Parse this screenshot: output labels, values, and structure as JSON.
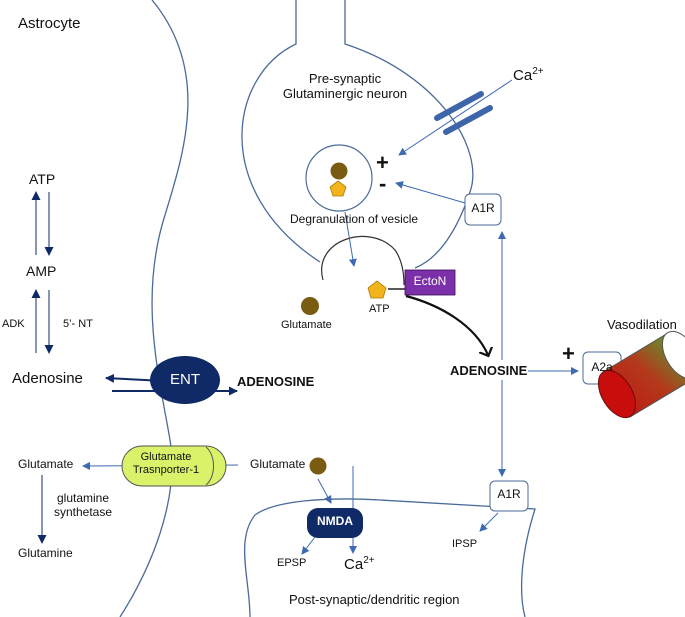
{
  "labels": {
    "astrocyte": "Astrocyte",
    "pre_synaptic_line1": "Pre-synaptic",
    "pre_synaptic_line2": "Glutaminergic neuron",
    "ca_top": "Ca",
    "ca_top_sup": "2+",
    "plus_top": "+",
    "minus_top": "-",
    "degranulation": "Degranulation of vesicle",
    "a1r_top": "A1R",
    "atp": "ATP",
    "amp": "AMP",
    "adk": "ADK",
    "five_nt": "5’- NT",
    "adenosine_astro": "Adenosine",
    "ent": "ENT",
    "adenosine_synapse": "ADENOSINE",
    "adenosine_right": "ADENOSINE",
    "glutamate_vesicle": "Glutamate",
    "atp_vesicle": "ATP",
    "ectonucleotidase": "EctoN",
    "vasodilation": "Vasodilation",
    "plus_a2a": "+",
    "a2a": "A2a",
    "glutamate_left": "Glutamate",
    "glutamate_transporter_line1": "Glutamate",
    "glutamate_transporter_line2": "Trasnporter-1",
    "glutamate_cleft": "Glutamate",
    "glutamine_synthetase_line1": "glutamine",
    "glutamine_synthetase_line2": "synthetase",
    "glutamine": "Glutamine",
    "a1r_bottom": "A1R",
    "nmda": "NMDA",
    "epsp": "EPSP",
    "ca_bottom": "Ca",
    "ca_bottom_sup": "2+",
    "ipsp": "IPSP",
    "post_synaptic": "Post-synaptic/dendritic region"
  },
  "colors": {
    "membrane": "#4a6b99",
    "arrow_blue": "#3d6ab3",
    "dark_navy": "#0f2a66",
    "ecto_purple": "#7b2fa8",
    "transporter_green": "#d8f36a",
    "glutamate_brown": "#7a5b12",
    "atp_yellow": "#f2b41c",
    "vessel_red": "#d01616",
    "vessel_green": "#4a9a2a",
    "channel_blue": "#3e64aa"
  }
}
